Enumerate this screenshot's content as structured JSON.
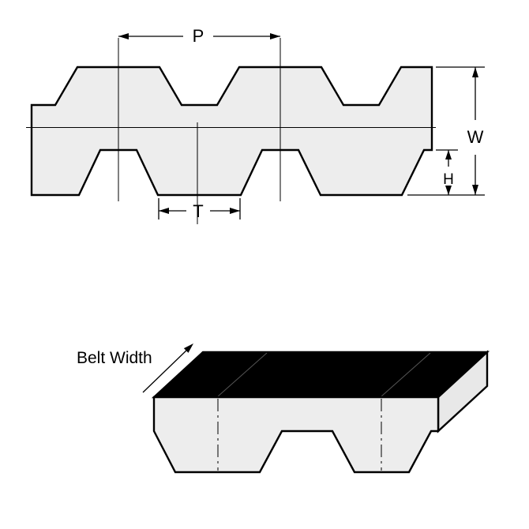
{
  "cross_section": {
    "pitch_label": "P",
    "overall_width_label": "W",
    "tooth_height_label": "H",
    "tooth_width_label": "T"
  },
  "iso_view": {
    "belt_width_label": "Belt Width"
  },
  "colors": {
    "outline": "#000000",
    "belt_fill": "#ededed",
    "top_face_fill": "#000000",
    "side_face_fill": "#e8e8e8",
    "background": "#ffffff"
  }
}
